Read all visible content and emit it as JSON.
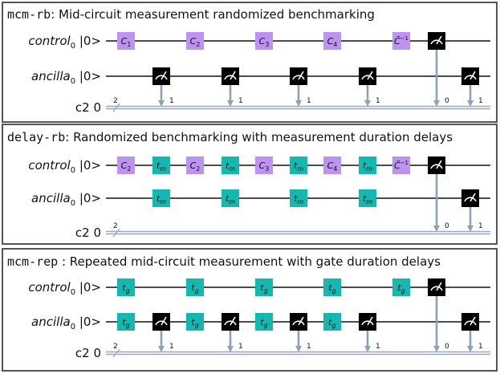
{
  "colors": {
    "clifford": "#be92f0",
    "delay": "#13b8b0",
    "measure": "#000000",
    "classical_wire": "#9aa8bd"
  },
  "panels": [
    {
      "id": "mcm-rb",
      "title_code": "mcm-rb",
      "title_rest": ": Mid-circuit measurement randomized benchmarking",
      "control": {
        "base": "control",
        "sub": "0",
        "ket": "|0>",
        "gates": [
          {
            "type": "clifford",
            "base": "C",
            "sub": "1"
          },
          {
            "type": "clifford",
            "base": "C",
            "sub": "2"
          },
          {
            "type": "clifford",
            "base": "C",
            "sub": "3"
          },
          {
            "type": "clifford",
            "base": "C",
            "sub": "4"
          },
          {
            "type": "clifford",
            "base": "C̃",
            "sup": "−1"
          },
          {
            "type": "measure",
            "bit": "0"
          }
        ]
      },
      "ancilla": {
        "base": "ancilla",
        "sub": "0",
        "ket": "|0>",
        "gates": [
          {
            "type": "measure",
            "bit": "1"
          },
          {
            "type": "measure",
            "bit": "1"
          },
          {
            "type": "measure",
            "bit": "1"
          },
          {
            "type": "measure",
            "bit": "1"
          },
          {
            "type": "measure",
            "bit": "1"
          }
        ]
      },
      "classical": {
        "label": "c2 0",
        "width": "2"
      }
    },
    {
      "id": "delay-rb",
      "title_code": "delay-rb",
      "title_rest": ": Randomized benchmarking with measurement duration delays",
      "control": {
        "base": "control",
        "sub": "0",
        "ket": "|0>",
        "gates": [
          {
            "type": "clifford",
            "base": "C",
            "sub": "2"
          },
          {
            "type": "delay",
            "base": "t",
            "sub": "m"
          },
          {
            "type": "clifford",
            "base": "C",
            "sub": "2"
          },
          {
            "type": "delay",
            "base": "t",
            "sub": "m"
          },
          {
            "type": "clifford",
            "base": "C",
            "sub": "3"
          },
          {
            "type": "delay",
            "base": "t",
            "sub": "m"
          },
          {
            "type": "clifford",
            "base": "C",
            "sub": "4"
          },
          {
            "type": "delay",
            "base": "t",
            "sub": "m"
          },
          {
            "type": "clifford",
            "base": "C̃",
            "sup": "−1"
          },
          {
            "type": "measure",
            "bit": "0"
          }
        ]
      },
      "ancilla": {
        "base": "ancilla",
        "sub": "0",
        "ket": "|0>",
        "gates": [
          {
            "type": "delay",
            "base": "t",
            "sub": "m"
          },
          {
            "type": "delay",
            "base": "t",
            "sub": "m"
          },
          {
            "type": "delay",
            "base": "t",
            "sub": "m"
          },
          {
            "type": "delay",
            "base": "t",
            "sub": "m"
          },
          {
            "type": "measure",
            "bit": "1"
          }
        ]
      },
      "classical": {
        "label": "c2 0",
        "width": "2"
      }
    },
    {
      "id": "mcm-rep",
      "title_code": "mcm-rep",
      "title_rest": " : Repeated mid-circuit measurement with gate duration delays",
      "control": {
        "base": "control",
        "sub": "0",
        "ket": "|0>",
        "gates": [
          {
            "type": "delay",
            "base": "t",
            "sub": "g"
          },
          {
            "type": "delay",
            "base": "t",
            "sub": "g"
          },
          {
            "type": "delay",
            "base": "t",
            "sub": "g"
          },
          {
            "type": "delay",
            "base": "t",
            "sub": "g"
          },
          {
            "type": "delay",
            "base": "t",
            "sub": "g"
          },
          {
            "type": "measure",
            "bit": "0"
          }
        ]
      },
      "ancilla": {
        "base": "ancilla",
        "sub": "0",
        "ket": "|0>",
        "gates": [
          {
            "type": "delay",
            "base": "t",
            "sub": "g"
          },
          {
            "type": "measure",
            "bit": "1"
          },
          {
            "type": "delay",
            "base": "t",
            "sub": "g"
          },
          {
            "type": "measure",
            "bit": "1"
          },
          {
            "type": "delay",
            "base": "t",
            "sub": "g"
          },
          {
            "type": "measure",
            "bit": "1"
          },
          {
            "type": "delay",
            "base": "t",
            "sub": "g"
          },
          {
            "type": "measure",
            "bit": "1"
          },
          {
            "type": "measure",
            "bit": "1"
          }
        ]
      },
      "classical": {
        "label": "c2 0",
        "width": "2"
      }
    }
  ]
}
